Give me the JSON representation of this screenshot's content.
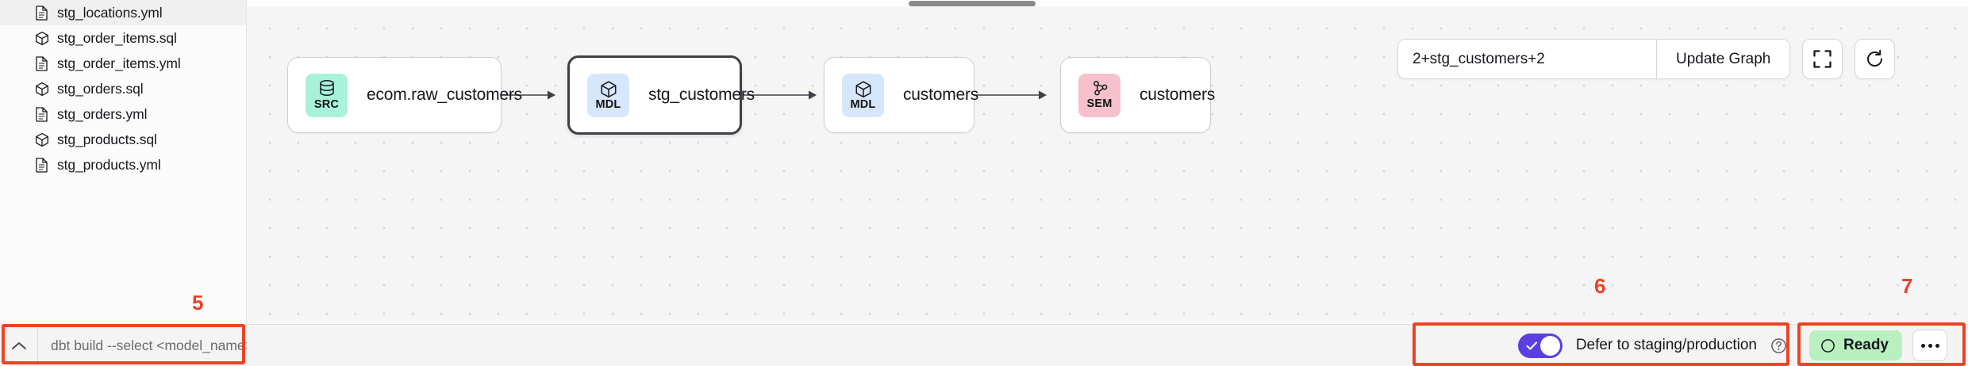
{
  "sidebar": {
    "files": [
      {
        "name": "stg_locations.yml",
        "icon": "yml-file-icon"
      },
      {
        "name": "stg_order_items.sql",
        "icon": "sql-model-cube-icon"
      },
      {
        "name": "stg_order_items.yml",
        "icon": "yml-file-icon"
      },
      {
        "name": "stg_orders.sql",
        "icon": "sql-model-cube-icon"
      },
      {
        "name": "stg_orders.yml",
        "icon": "yml-file-icon"
      },
      {
        "name": "stg_products.sql",
        "icon": "sql-model-cube-icon"
      },
      {
        "name": "stg_products.yml",
        "icon": "yml-file-icon"
      }
    ]
  },
  "toolbar": {
    "selector_value": "2+stg_customers+2",
    "selector_placeholder": "2+stg_customers+2",
    "update_graph_label": "Update Graph",
    "fullscreen_icon": "fullscreen-expand-icon",
    "refresh_icon": "refresh-icon"
  },
  "graph": {
    "nodes": [
      {
        "badge": "SRC",
        "label": "ecom.raw_customers",
        "badge_color": "#a8f2dc",
        "icon": "database-icon",
        "selected": false
      },
      {
        "badge": "MDL",
        "label": "stg_customers",
        "badge_color": "#d6e6fb",
        "icon": "cube-icon",
        "selected": true
      },
      {
        "badge": "MDL",
        "label": "customers",
        "badge_color": "#d6e6fb",
        "icon": "cube-icon",
        "selected": false
      },
      {
        "badge": "SEM",
        "label": "customers",
        "badge_color": "#f6c0cd",
        "icon": "node-graph-icon",
        "selected": false
      }
    ]
  },
  "bottom": {
    "collapse_icon": "chevron-up-icon",
    "command_placeholder": "dbt build --select <model_name>",
    "command_value": "",
    "defer_label": "Defer to staging/production",
    "defer_help_icon": "help-circle-icon",
    "defer_enabled": true,
    "status_label": "Ready",
    "status_color": "#b8f0c0",
    "more_icon": "ellipsis-icon"
  },
  "annotations": {
    "accent_color": "#ec4323",
    "markers": [
      {
        "number": "5"
      },
      {
        "number": "6"
      },
      {
        "number": "7"
      }
    ]
  }
}
